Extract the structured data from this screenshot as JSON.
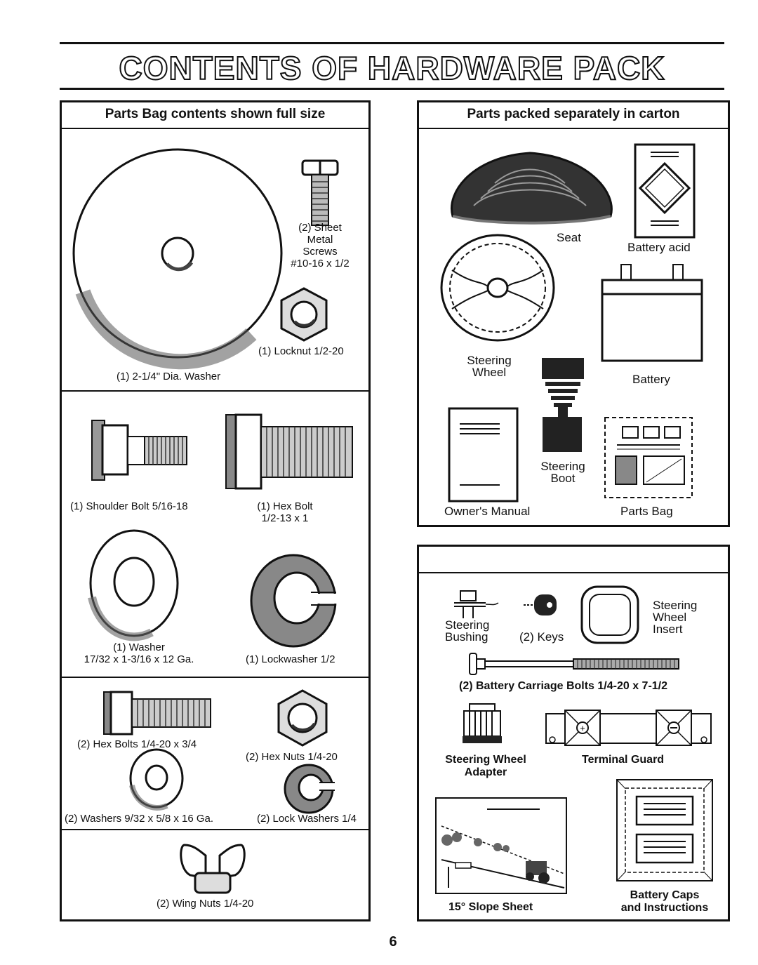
{
  "page": {
    "title": "CONTENTS OF HARDWARE PACK",
    "page_number": "6"
  },
  "left_panel": {
    "header": "Parts Bag contents shown full size",
    "items": {
      "washer_large": "(1) 2-1/4\" Dia. Washer",
      "sheet_metal_screws": [
        "(2) Sheet",
        "Metal",
        "Screws",
        "#10-16 x 1/2"
      ],
      "locknut": "(1) Locknut  1/2-20",
      "shoulder_bolt": "(1) Shoulder Bolt  5/16-18",
      "hex_bolt": [
        "(1) Hex Bolt",
        "1/2-13 x 1"
      ],
      "washer": [
        "(1) Washer",
        "17/32 x 1-3/16 x 12 Ga."
      ],
      "lockwasher": "(1) Lockwasher  1/2",
      "hex_bolts": "(2) Hex Bolts  1/4-20 x 3/4",
      "hex_nuts": "(2) Hex Nuts  1/4-20",
      "washers": "(2) Washers  9/32  x 5/8 x 16 Ga.",
      "lock_washers": "(2) Lock Washers  1/4",
      "wing_nuts": "(2) Wing Nuts  1/4-20"
    }
  },
  "right_panel": {
    "header": "Parts packed separately in carton",
    "items": {
      "seat": "Seat",
      "battery_acid": "Battery acid",
      "steering_wheel": [
        "Steering",
        "Wheel"
      ],
      "battery": "Battery",
      "steering_boot": [
        "Steering",
        "Boot"
      ],
      "owners_manual": "Owner's Manual",
      "parts_bag": "Parts Bag"
    }
  },
  "lower_right_panel": {
    "items": {
      "steering_bushing": [
        "Steering",
        "Bushing"
      ],
      "keys": "(2) Keys",
      "steering_wheel_insert": [
        "Steering",
        "Wheel",
        "Insert"
      ],
      "battery_carriage_bolts": "(2) Battery Carriage Bolts 1/4-20 x 7-1/2",
      "steering_wheel_adapter": [
        "Steering Wheel",
        "Adapter"
      ],
      "terminal_guard": "Terminal Guard",
      "slope_sheet": "15° Slope Sheet",
      "battery_caps": [
        "Battery Caps",
        "and Instructions"
      ]
    }
  }
}
